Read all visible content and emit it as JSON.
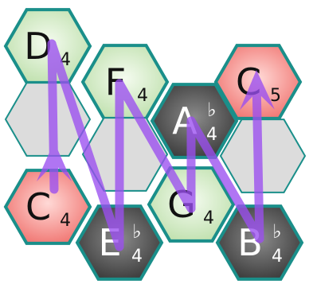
{
  "colors": {
    "outline": "#1a8f8a",
    "empty": "#dcdcdc",
    "natural": "#bfe0ad",
    "start_end": "#f07470",
    "flat": "#3a3a3a",
    "path": "#9b4ff0"
  },
  "notes": [
    {
      "id": "D4",
      "letter": "D",
      "accidental": "",
      "octave": "4",
      "kind": "natural",
      "text_color": "#111111"
    },
    {
      "id": "F4",
      "letter": "F",
      "accidental": "",
      "octave": "4",
      "kind": "natural",
      "text_color": "#111111"
    },
    {
      "id": "C5",
      "letter": "C",
      "accidental": "",
      "octave": "5",
      "kind": "start_end",
      "text_color": "#111111"
    },
    {
      "id": "Ab4",
      "letter": "A",
      "accidental": "♭",
      "octave": "4",
      "kind": "flat",
      "text_color": "#ffffff"
    },
    {
      "id": "C4",
      "letter": "C",
      "accidental": "",
      "octave": "4",
      "kind": "start_end",
      "text_color": "#111111"
    },
    {
      "id": "G4",
      "letter": "G",
      "accidental": "",
      "octave": "4",
      "kind": "natural",
      "text_color": "#111111"
    },
    {
      "id": "Eb4",
      "letter": "E",
      "accidental": "♭",
      "octave": "4",
      "kind": "flat",
      "text_color": "#ffffff"
    },
    {
      "id": "Bb4",
      "letter": "B",
      "accidental": "♭",
      "octave": "4",
      "kind": "flat",
      "text_color": "#ffffff"
    }
  ],
  "path": [
    "C4",
    "D4",
    "Eb4",
    "F4",
    "G4",
    "Ab4",
    "Bb4",
    "C5"
  ]
}
